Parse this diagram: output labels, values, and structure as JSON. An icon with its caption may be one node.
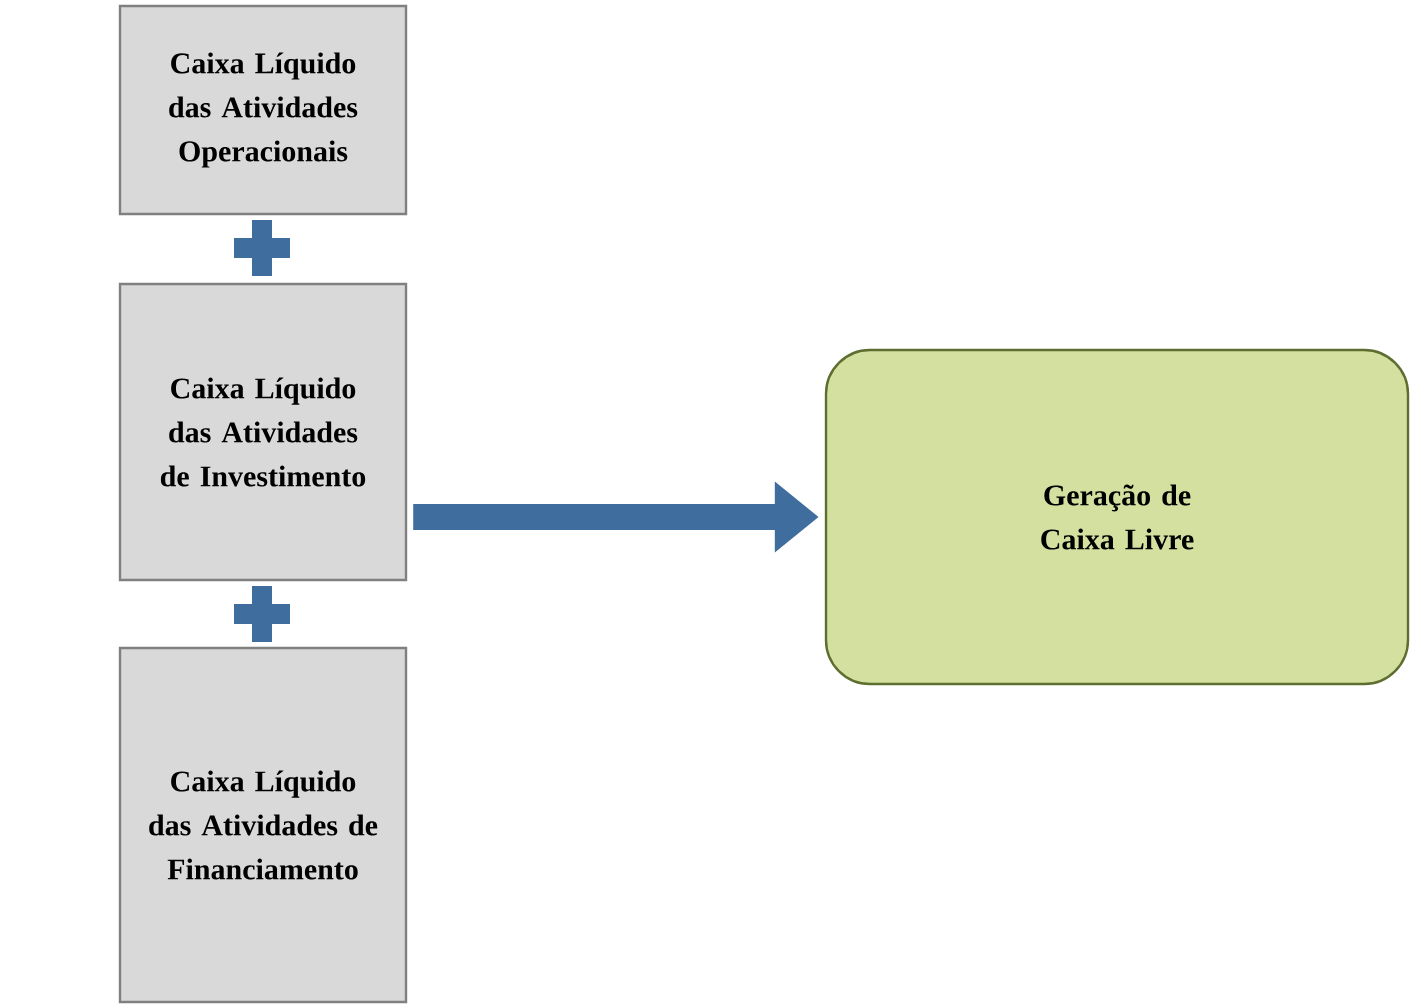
{
  "diagram": {
    "nodes": [
      {
        "text": [
          "Caixa Líquido das Atividades Operacionais"
        ]
      },
      {
        "text": [
          "Caixa Líquido das Atividades de Investimento"
        ]
      },
      {
        "text": [
          "Caixa Líquido das Atividades de Financiamento"
        ]
      },
      {
        "text": [
          "Geração de Caixa Livre"
        ]
      }
    ],
    "edges": [
      {
        "from": 1,
        "to": 3,
        "arrow": "to"
      }
    ]
  }
}
